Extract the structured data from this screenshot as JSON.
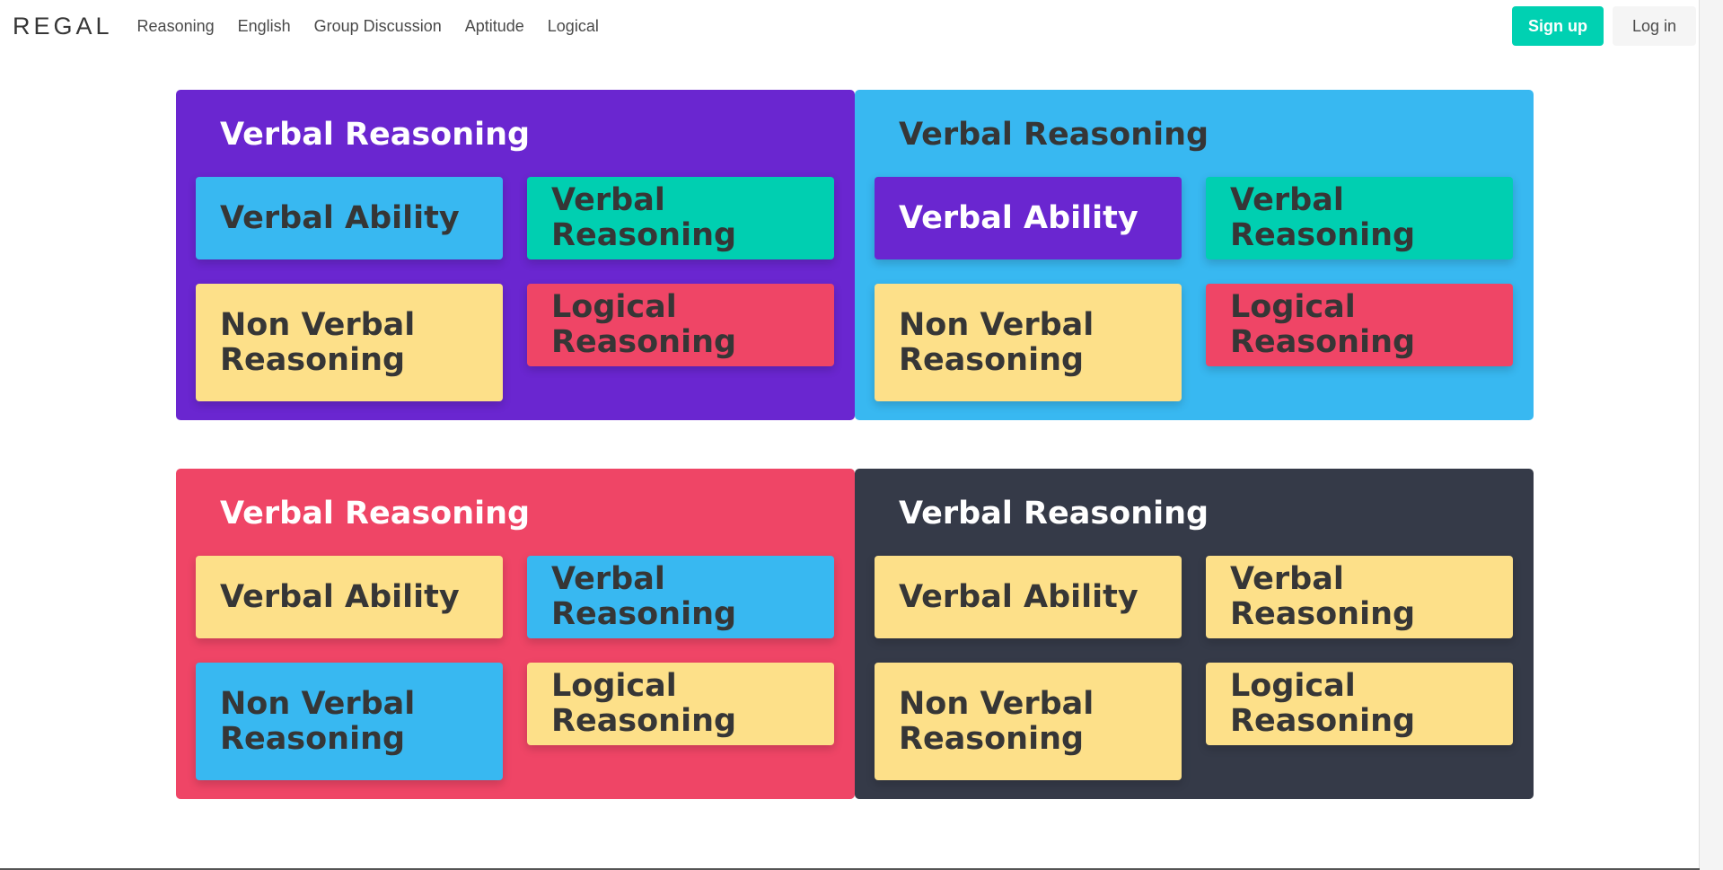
{
  "navbar": {
    "brand": "REGAL",
    "links": [
      "Reasoning",
      "English",
      "Group Discussion",
      "Aptitude",
      "Logical"
    ],
    "signup": "Sign up",
    "login": "Log in"
  },
  "colors": {
    "purple": "#6a26d0",
    "sky": "#38b8f1",
    "teal": "#00cfb1",
    "sand": "#fde089",
    "rose": "#ef4566",
    "navy": "#353a48"
  },
  "sections": [
    {
      "title": "Verbal Reasoning",
      "tiles": [
        "Verbal Ability",
        "Verbal Reasoning",
        "Non Verbal Reasoning",
        "Logical Reasoning"
      ]
    },
    {
      "title": "Verbal Reasoning",
      "tiles": [
        "Verbal Ability",
        "Verbal Reasoning",
        "Non Verbal Reasoning",
        "Logical Reasoning"
      ]
    },
    {
      "title": "Verbal Reasoning",
      "tiles": [
        "Verbal Ability",
        "Verbal Reasoning",
        "Non Verbal Reasoning",
        "Logical Reasoning"
      ]
    },
    {
      "title": "Verbal Reasoning",
      "tiles": [
        "Verbal Ability",
        "Verbal Reasoning",
        "Non Verbal Reasoning",
        "Logical Reasoning"
      ]
    }
  ]
}
